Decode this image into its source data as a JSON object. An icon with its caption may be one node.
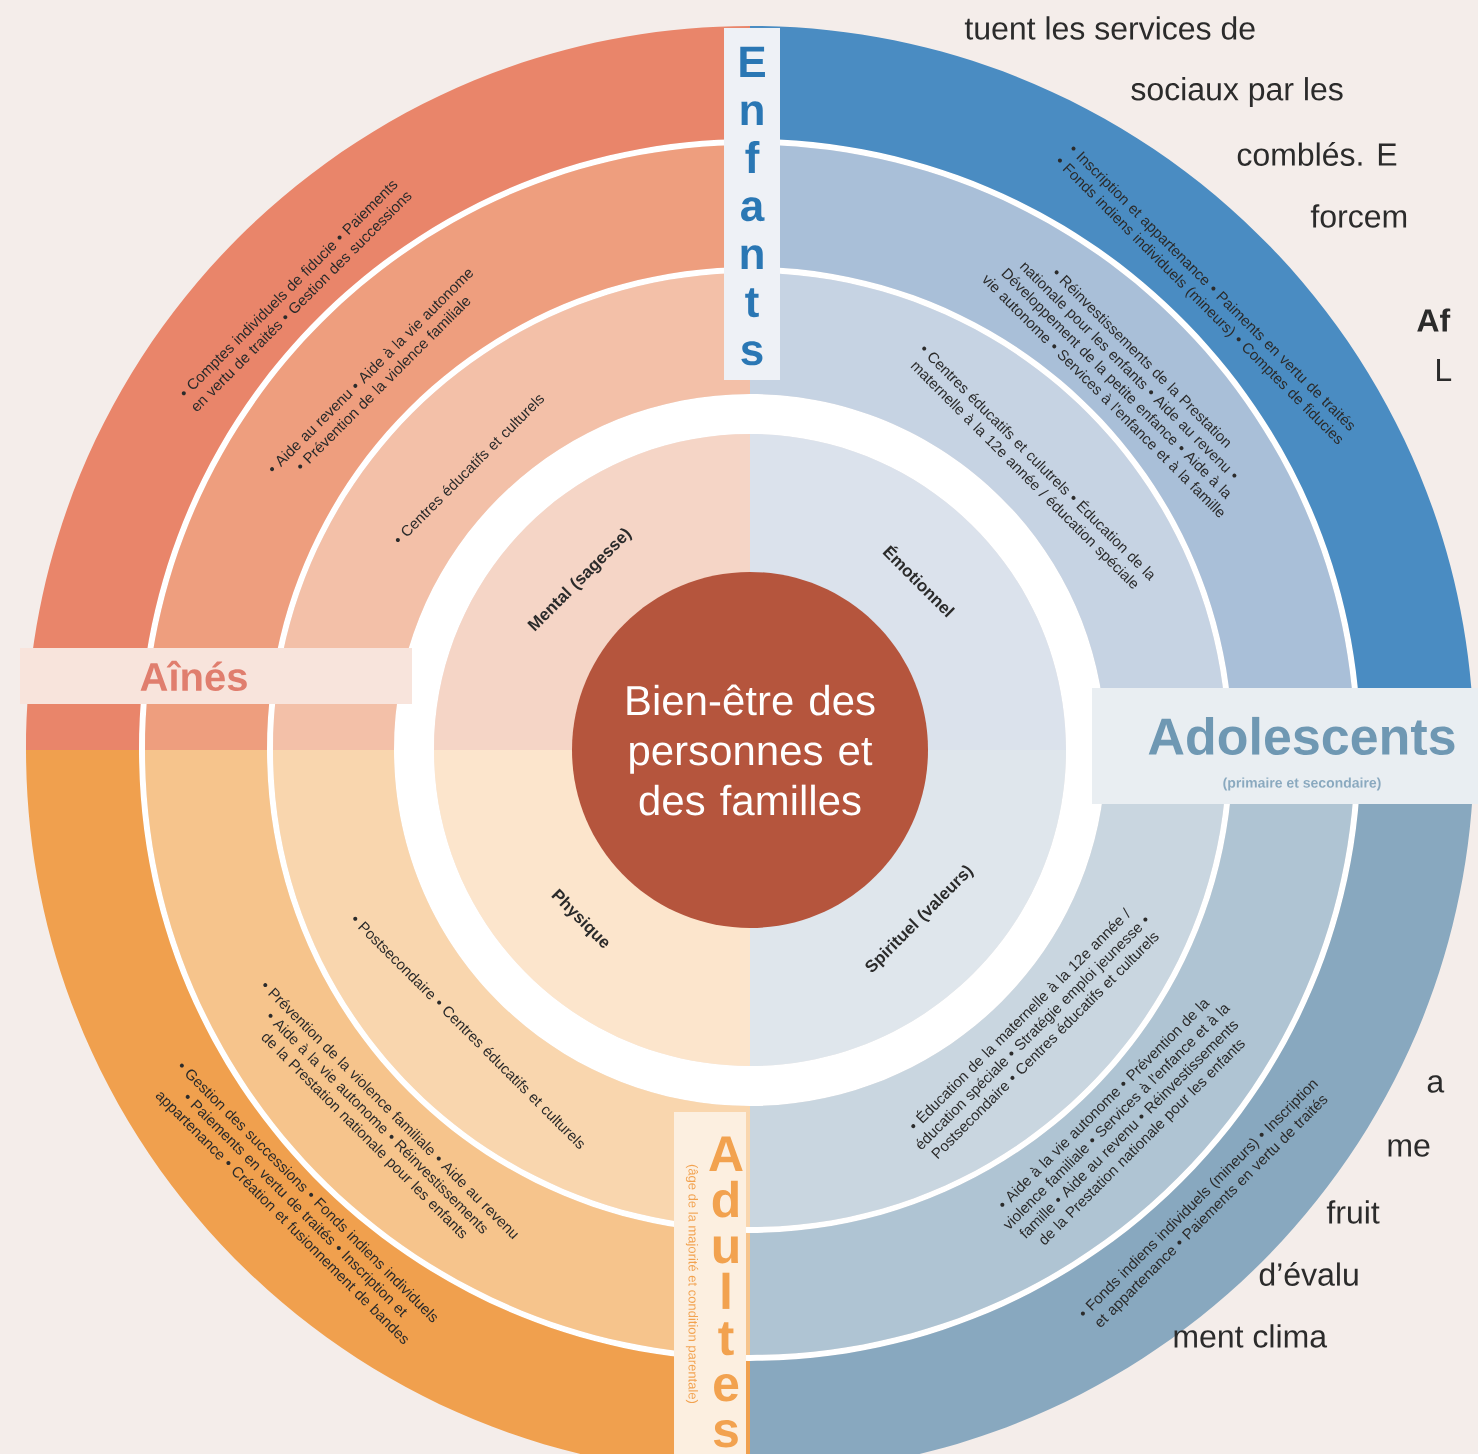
{
  "diagram": {
    "nodes": [
      {
        "text": [
          "Bien-être des personnes et des familles"
        ]
      },
      {
        "text": [
          "Mental (sagesse)"
        ]
      },
      {
        "text": [
          "Émotionnel"
        ]
      },
      {
        "text": [
          "Spirituel (valeurs)"
        ]
      },
      {
        "text": [
          "Physique"
        ]
      },
      {
        "text": [
          "• Centres éducatifs et culturels"
        ]
      },
      {
        "text": [
          "• Aide au revenu • Aide à la vie autonome • Prévention de la violence familiale"
        ]
      },
      {
        "text": [
          "• Comptes individuels de fiducie • Paiements en vertu de traités • Gestion des successions"
        ]
      },
      {
        "text": [
          "• Centres éducatifs et culutrels • Éducation de la maternelle à la 12e année / éducation spéciale"
        ]
      },
      {
        "text": [
          "• Réinvestissements de la Prestation nationale pour les enfants • Aide au revenu • Développement de la petite enfance • Aide à la vie autonome • Services à l'enfance et à la famille"
        ]
      },
      {
        "text": [
          "• Inscription et appartenance • Paiments en vertu de traités • Fonds indiens individuels (mineurs) • Comptes de fiducies"
        ]
      },
      {
        "text": [
          "• Éducation de la maternelle à la 12e année / éducation spéciale • Stratégie emploi jeunesse • Postsecondaire • Centres éducatifs et culturels"
        ]
      },
      {
        "text": [
          "• Aide à la vie autonome • Prévention de la violence familiale • Services à l'enfance et à la famille • Aide au revenu • Réinvestissements de la Prestation nationale pour les enfants"
        ]
      },
      {
        "text": [
          "• Fonds indiens individuels (mineurs) • Inscription et appartenance • Paiements en vertu de traités"
        ]
      },
      {
        "text": [
          "• Postsecondaire • Centres éducatifs et culturels"
        ]
      },
      {
        "text": [
          "• Prévention de la violence familiale • Aide au revenu • Aide à la vie autonome • Réinvestissements de la Prestation nationale pour les enfants"
        ]
      },
      {
        "text": [
          "• Gestion des successions • Fonds indiens individuels • Paiements en vertu de traités • Inscription et appartenance • Création et fusionnement de bandes"
        ]
      }
    ],
    "labels": [
      "Enfants",
      "tuent les services de",
      "sociaux par les",
      "comblés. E",
      "forcem",
      "Af",
      "L",
      "Aînés",
      "Adolescents",
      "(primaire et secondaire)",
      "Adultes",
      "(âge de la majorité et condition parentale)",
      "a",
      "me",
      "fruit",
      "d’évalu",
      "ment clima"
    ]
  }
}
